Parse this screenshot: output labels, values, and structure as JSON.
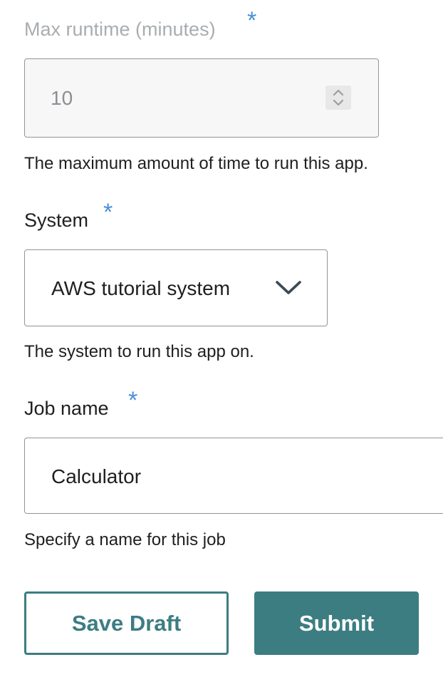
{
  "form": {
    "max_runtime": {
      "label": "Max runtime (minutes)",
      "required_mark": "*",
      "value": "10",
      "help": "The maximum amount of time to run this app."
    },
    "system": {
      "label": "System",
      "required_mark": "*",
      "selected": "AWS tutorial system",
      "help": "The system to run this app on."
    },
    "job_name": {
      "label": "Job name",
      "required_mark": "*",
      "value": "Calculator",
      "help": "Specify a name for this job"
    }
  },
  "actions": {
    "save_draft_label": "Save Draft",
    "submit_label": "Submit"
  },
  "colors": {
    "accent": "#3c7d82",
    "required": "#4a90d9",
    "disabled_text": "#a9adb0",
    "border": "#8d959b"
  },
  "icons": {
    "stepper": "up-down-chevrons-icon",
    "dropdown": "chevron-down-icon"
  }
}
